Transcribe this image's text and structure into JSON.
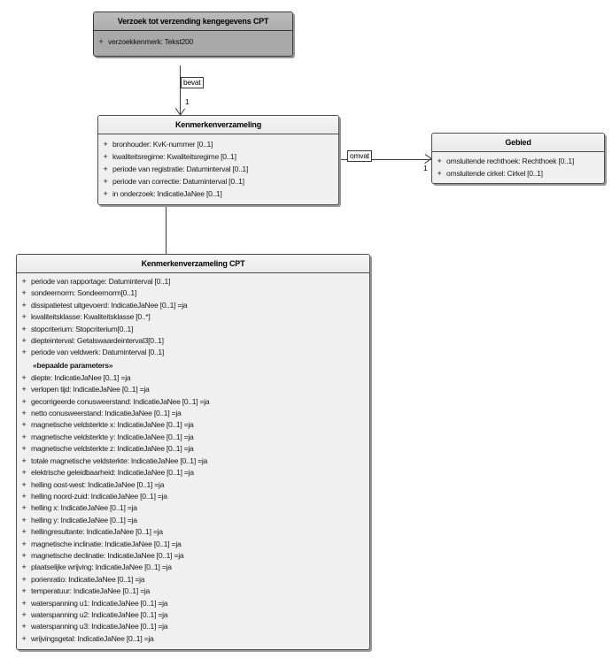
{
  "diagram": {
    "title": "UML class diagram",
    "classes": [
      {
        "id": "verzoek",
        "name": "Verzoek tot verzending kengegevens CPT",
        "shaded": true,
        "attributes": [
          {
            "visibility": "+",
            "text": "verzoekkenmerk: Tekst200"
          }
        ]
      },
      {
        "id": "kenmerkenverzameling",
        "name": "Kenmerkenverzameling",
        "shaded": false,
        "attributes": [
          {
            "visibility": "+",
            "text": "bronhouder: KvK-nummer [0..1]"
          },
          {
            "visibility": "+",
            "text": "kwaliteitsregime: Kwaliteitsregime [0..1]"
          },
          {
            "visibility": "+",
            "text": "periode van registratie: Datuminterval [0..1]"
          },
          {
            "visibility": "+",
            "text": "periode van correctie: Datuminterval [0..1]"
          },
          {
            "visibility": "+",
            "text": "in onderzoek: IndicatieJaNee [0..1]"
          }
        ]
      },
      {
        "id": "gebied",
        "name": "Gebied",
        "shaded": false,
        "attributes": [
          {
            "visibility": "+",
            "text": "omsluitende rechthoek: Rechthoek [0..1]"
          },
          {
            "visibility": "+",
            "text": "omsluitende cirkel: Cirkel [0..1]"
          }
        ]
      },
      {
        "id": "kenmerkenverzameling_cpt",
        "name": "Kenmerkenverzameling CPT",
        "shaded": false,
        "attributes": [
          {
            "visibility": "+",
            "text": "periode van rapportage: Datuminterval [0..1]"
          },
          {
            "visibility": "+",
            "text": "sondeernorm: Sondeernorm[0..1]"
          },
          {
            "visibility": "+",
            "text": "dissipatietest uitgevoerd: IndicatieJaNee [0..1] =ja"
          },
          {
            "visibility": "+",
            "text": "kwaliteitsklasse: Kwaliteitsklasse [0..*]"
          },
          {
            "visibility": "+",
            "text": "stopcriterium: Stopcriterium[0..1]"
          },
          {
            "visibility": "+",
            "text": "diepteinterval: Getalswaardeinterval3[0..1]"
          },
          {
            "visibility": "+",
            "text": "periode van veldwerk: Datuminterval [0..1]"
          }
        ],
        "stereotype": "«bepaalde parameters»",
        "parameters": [
          {
            "visibility": "+",
            "text": "diepte: IndicatieJaNee [0..1] =ja"
          },
          {
            "visibility": "+",
            "text": "verlopen tijd: IndicatieJaNee [0..1] =ja"
          },
          {
            "visibility": "+",
            "text": "gecorrigeerde conusweerstand: IndicatieJaNee [0..1] =ja"
          },
          {
            "visibility": "+",
            "text": "netto conusweerstand: IndicatieJaNee [0..1] =ja"
          },
          {
            "visibility": "+",
            "text": "magnetische veldsterkte x: IndicatieJaNee [0..1] =ja"
          },
          {
            "visibility": "+",
            "text": "magnetische veldsterkte y: IndicatieJaNee [0..1] =ja"
          },
          {
            "visibility": "+",
            "text": "magnetische veldsterkte z: IndicatieJaNee [0..1] =ja"
          },
          {
            "visibility": "+",
            "text": "totale magnetische veldsterkte: IndicatieJaNee [0..1] =ja"
          },
          {
            "visibility": "+",
            "text": "elektrische geleidbaarheid: IndicatieJaNee [0..1] =ja"
          },
          {
            "visibility": "+",
            "text": "helling oost-west: IndicatieJaNee [0..1] =ja"
          },
          {
            "visibility": "+",
            "text": "helling noord-zuid: IndicatieJaNee [0..1] =ja"
          },
          {
            "visibility": "+",
            "text": "helling x: IndicatieJaNee [0..1] =ja"
          },
          {
            "visibility": "+",
            "text": "helling y: IndicatieJaNee [0..1] =ja"
          },
          {
            "visibility": "+",
            "text": "hellingresultante: IndicatieJaNee [0..1] =ja"
          },
          {
            "visibility": "+",
            "text": "magnetische inclinatie: IndicatieJaNee [0..1] =ja"
          },
          {
            "visibility": "+",
            "text": "magnetische declinatie: IndicatieJaNee [0..1] =ja"
          },
          {
            "visibility": "+",
            "text": "plaatselijke wrijving: IndicatieJaNee [0..1] =ja"
          },
          {
            "visibility": "+",
            "text": "porienratio: IndicatieJaNee [0..1] =ja"
          },
          {
            "visibility": "+",
            "text": "temperatuur: IndicatieJaNee [0..1] =ja"
          },
          {
            "visibility": "+",
            "text": "waterspanning u1: IndicatieJaNee [0..1] =ja"
          },
          {
            "visibility": "+",
            "text": "waterspanning u2: IndicatieJaNee [0..1] =ja"
          },
          {
            "visibility": "+",
            "text": "waterspanning u3: IndicatieJaNee [0..1] =ja"
          },
          {
            "visibility": "+",
            "text": "wrijvingsgetal: IndicatieJaNee [0..1] =ja"
          }
        ]
      }
    ],
    "relations": [
      {
        "id": "bevat",
        "label": "bevat",
        "from": "verzoek",
        "to": "kenmerkenverzameling",
        "target_multiplicity": "1",
        "arrow": "open-down"
      },
      {
        "id": "omvat",
        "label": "omvat",
        "from": "kenmerkenverzameling",
        "to": "gebied",
        "target_multiplicity": "1",
        "arrow": "open-right"
      },
      {
        "id": "generalization",
        "label": "",
        "from": "kenmerkenverzameling_cpt",
        "to": "kenmerkenverzameling",
        "target_multiplicity": "",
        "arrow": "hollow-triangle-up"
      }
    ]
  },
  "colors": {
    "background": "#ffffff",
    "box_fill": "#f0f0f0",
    "box_shaded_fill": "#a9a9a9",
    "border": "#4d4d4d",
    "line": "#3a3a3a",
    "text": "#1a1a1a"
  }
}
